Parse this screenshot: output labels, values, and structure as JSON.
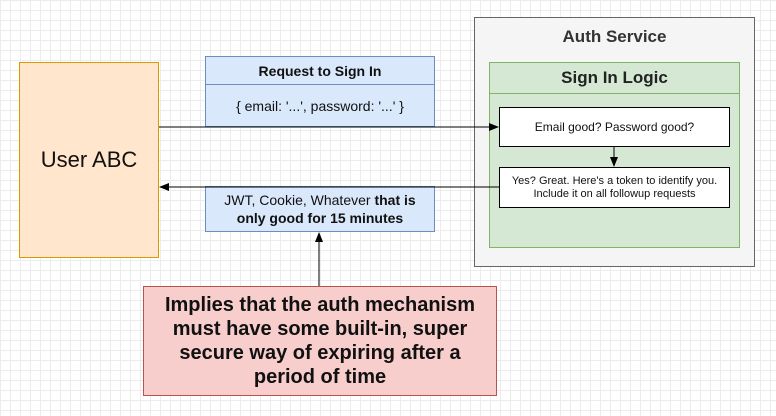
{
  "diagram": {
    "user": {
      "label": "User ABC"
    },
    "request": {
      "title": "Request to Sign In",
      "body": "{ email: '...', password: '...' }"
    },
    "response": {
      "text_normal": "JWT, Cookie, Whatever ",
      "text_bold": "that is only good for 15 minutes"
    },
    "auth_service": {
      "title": "Auth Service"
    },
    "sign_in_logic": {
      "title": "Sign In Logic",
      "check": "Email good? Password good?",
      "token_line1": "Yes? Great. Here's a token to identify you.",
      "token_line2": "Include it on all followup requests"
    },
    "note": {
      "text": "Implies that the auth mechanism must have some built-in, super secure way of expiring after a period of time"
    },
    "colors": {
      "user_fill": "#ffe6cc",
      "user_stroke": "#d79b00",
      "request_fill": "#dae8fc",
      "request_stroke": "#6c8ebf",
      "auth_fill": "#f5f5f5",
      "logic_fill": "#d5e8d4",
      "logic_stroke": "#82b366",
      "note_fill": "#f8cecc",
      "note_stroke": "#b85450"
    }
  }
}
